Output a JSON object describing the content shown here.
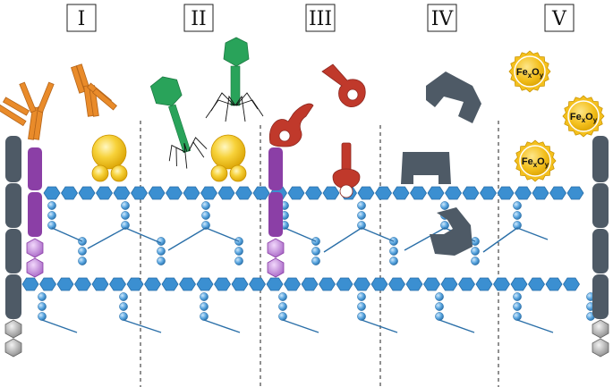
{
  "zones": [
    {
      "label": "I"
    },
    {
      "label": "II"
    },
    {
      "label": "III"
    },
    {
      "label": "IV"
    },
    {
      "label": "V"
    }
  ],
  "nanoparticle": {
    "main1": "Fe",
    "sub1": "x",
    "main2": "O",
    "sub2": "y"
  },
  "colors": {
    "peptidoglycan": "#3b8fd1",
    "peptidoglycan_stroke": "#2a6fa8",
    "antibody": "#e98b2a",
    "receptor": "#8b3fa6",
    "receptor_light": "#b57bd0",
    "wall_protein": "#4e5a66",
    "wall_bottom": "#a8a8a8",
    "lectin": "#f2c21c",
    "phage": "#29a35a",
    "aptamer": "#c0392b",
    "imprint": "#4e5a66",
    "nanoparticle": "#f4c01e"
  }
}
